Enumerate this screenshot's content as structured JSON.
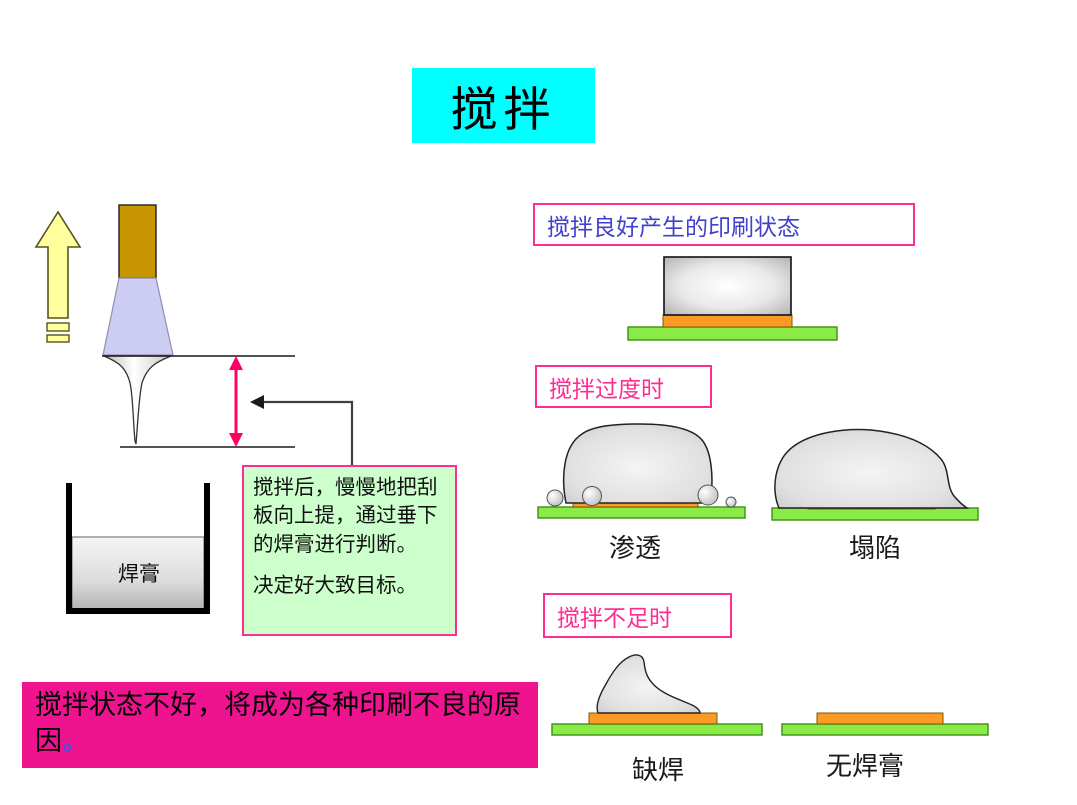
{
  "title": "搅拌",
  "left": {
    "paste_label": "焊膏",
    "callout_p1": "搅拌后，慢慢地把刮板向上提，通过垂下的焊膏进行判断。",
    "callout_p2": "决定好大致目标。"
  },
  "right": {
    "good_header": "搅拌良好产生的印刷状态",
    "over_header": "搅拌过度时",
    "under_header": "搅拌不足时",
    "labels": {
      "seepage": "渗透",
      "collapse": "塌陷",
      "missing": "缺焊",
      "none": "无焊膏"
    }
  },
  "bottom": {
    "text": "搅拌状态不好，将成为各种印刷不良的原因",
    "period": "。"
  },
  "colors": {
    "title_bg": "#00FFFF",
    "accent_pink_border": "#FF2D92",
    "note_bg": "#EF1390",
    "callout_bg": "#CCFFCC",
    "header_text_blue": "#4141CC",
    "pcb_green": "#8AEB47",
    "pad_orange": "#FC9A28",
    "handle_gold": "#C89600",
    "squeegee_lavender": "#CDCCF2",
    "up_arrow_yellow": "#FFFF9E",
    "measure_arrow_pink": "#FF0066"
  }
}
